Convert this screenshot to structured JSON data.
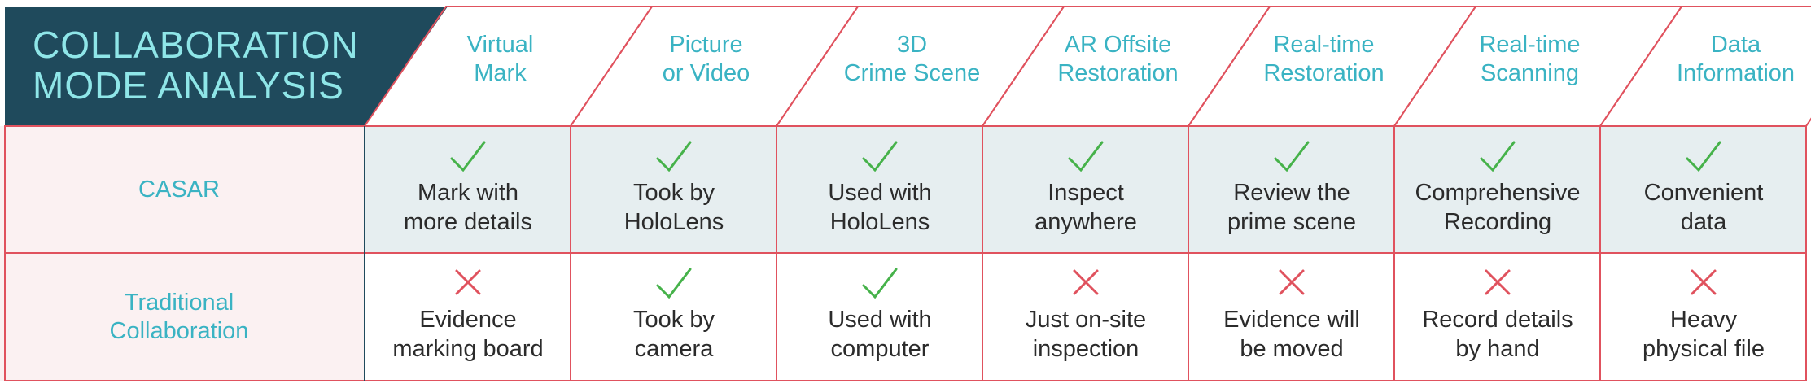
{
  "title": {
    "line1": "COLLABORATION",
    "line2": "MODE ANALYSIS"
  },
  "colors": {
    "navy": "#1f4a5c",
    "teal": "#3ab3c3",
    "red": "#e0525e",
    "check": "#46b24a",
    "rowA": "#e6eef0",
    "rowLabelBg": "#fbf1f2"
  },
  "columns": [
    {
      "line1": "Virtual",
      "line2": "Mark"
    },
    {
      "line1": "Picture",
      "line2": "or Video"
    },
    {
      "line1": "3D",
      "line2": "Crime Scene"
    },
    {
      "line1": "AR Offsite",
      "line2": "Restoration"
    },
    {
      "line1": "Real-time",
      "line2": "Restoration"
    },
    {
      "line1": "Real-time",
      "line2": "Scanning"
    },
    {
      "line1": "Data",
      "line2": "Information"
    }
  ],
  "rows": [
    {
      "label": {
        "line1": "CASAR",
        "line2": ""
      },
      "cells": [
        {
          "icon": "check-icon",
          "line1": "Mark with",
          "line2": "more details"
        },
        {
          "icon": "check-icon",
          "line1": "Took by",
          "line2": "HoloLens"
        },
        {
          "icon": "check-icon",
          "line1": "Used with",
          "line2": "HoloLens"
        },
        {
          "icon": "check-icon",
          "line1": "Inspect",
          "line2": "anywhere"
        },
        {
          "icon": "check-icon",
          "line1": "Review the",
          "line2": "prime scene"
        },
        {
          "icon": "check-icon",
          "line1": "Comprehensive",
          "line2": "Recording"
        },
        {
          "icon": "check-icon",
          "line1": "Convenient",
          "line2": "data"
        }
      ]
    },
    {
      "label": {
        "line1": "Traditional",
        "line2": "Collaboration"
      },
      "cells": [
        {
          "icon": "cross-icon",
          "line1": "Evidence",
          "line2": "marking board"
        },
        {
          "icon": "check-icon",
          "line1": "Took by",
          "line2": "camera"
        },
        {
          "icon": "check-icon",
          "line1": "Used with",
          "line2": "computer"
        },
        {
          "icon": "cross-icon",
          "line1": "Just on-site",
          "line2": "inspection"
        },
        {
          "icon": "cross-icon",
          "line1": "Evidence will",
          "line2": "be moved"
        },
        {
          "icon": "cross-icon",
          "line1": "Record details",
          "line2": "by hand"
        },
        {
          "icon": "cross-icon",
          "line1": "Heavy",
          "line2": "physical file"
        }
      ]
    }
  ]
}
